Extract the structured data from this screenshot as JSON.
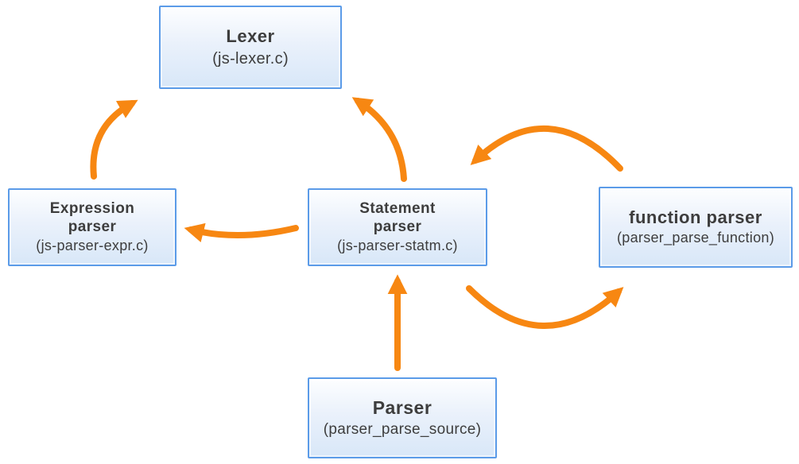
{
  "diagram": {
    "type": "module-dependency-diagram",
    "background": "#ffffff",
    "colors": {
      "box_border": "#5b9be8",
      "box_fill_top": "#fdfeff",
      "box_fill_bottom": "#d8e7f8",
      "arrow": "#f78712",
      "text": "#3d3d3d"
    },
    "nodes": {
      "lexer": {
        "title": "Lexer",
        "subtitle": "(js-lexer.c)"
      },
      "expression": {
        "title_line1": "Expression",
        "title_line2": "parser",
        "subtitle": "(js-parser-expr.c)"
      },
      "statement": {
        "title_line1": "Statement",
        "title_line2": "parser",
        "subtitle": "(js-parser-statm.c)"
      },
      "function": {
        "title": "function parser",
        "subtitle": "(parser_parse_function)"
      },
      "parser": {
        "title": "Parser",
        "subtitle": "(parser_parse_source)"
      }
    },
    "edges": [
      {
        "from": "Expression parser",
        "to": "Lexer"
      },
      {
        "from": "Statement parser",
        "to": "Lexer"
      },
      {
        "from": "Statement parser",
        "to": "Expression parser"
      },
      {
        "from": "function parser",
        "to": "Statement parser"
      },
      {
        "from": "Statement parser",
        "to": "function parser"
      },
      {
        "from": "Parser",
        "to": "Statement parser"
      }
    ]
  }
}
